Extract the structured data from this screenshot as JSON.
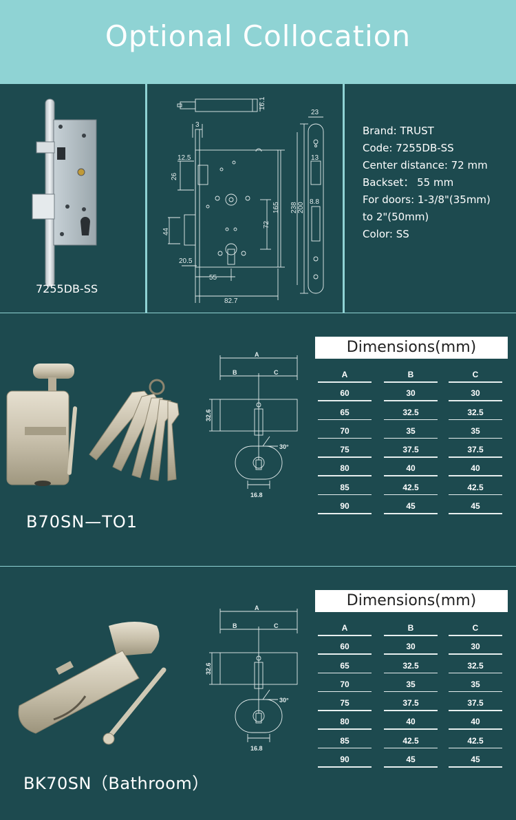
{
  "header": {
    "title": "Optional Collocation"
  },
  "lock_body": {
    "caption": "7255DB-SS",
    "drawing_dims": [
      "16.1",
      "3",
      "12.5",
      "26",
      "44",
      "20.5",
      "55",
      "82.7",
      "72",
      "165",
      "238",
      "200",
      "23",
      "13",
      "8.8"
    ],
    "specs": [
      "Brand:  TRUST",
      "Code:  7255DB-SS",
      "Center distance:  72 mm",
      "Backset： 55 mm",
      "For doors: 1-3/8\"(35mm)",
      "to 2\"(50mm)",
      "Color:  SS"
    ]
  },
  "cylinder_1": {
    "caption": "B70SN—TO1",
    "diagram_labels": {
      "a": "A",
      "b": "B",
      "c": "C",
      "height": "32.6",
      "angle": "30°",
      "width": "16.8"
    },
    "dim_title": "Dimensions(mm)",
    "columns": [
      "A",
      "B",
      "C"
    ],
    "rows": [
      [
        "60",
        "30",
        "30"
      ],
      [
        "65",
        "32.5",
        "32.5"
      ],
      [
        "70",
        "35",
        "35"
      ],
      [
        "75",
        "37.5",
        "37.5"
      ],
      [
        "80",
        "40",
        "40"
      ],
      [
        "85",
        "42.5",
        "42.5"
      ],
      [
        "90",
        "45",
        "45"
      ]
    ]
  },
  "cylinder_2": {
    "caption": "BK70SN（Bathroom）",
    "diagram_labels": {
      "a": "A",
      "b": "B",
      "c": "C",
      "height": "32.6",
      "angle": "30°",
      "width": "16.8"
    },
    "dim_title": "Dimensions(mm)",
    "columns": [
      "A",
      "B",
      "C"
    ],
    "rows": [
      [
        "60",
        "30",
        "30"
      ],
      [
        "65",
        "32.5",
        "32.5"
      ],
      [
        "70",
        "35",
        "35"
      ],
      [
        "75",
        "37.5",
        "37.5"
      ],
      [
        "80",
        "40",
        "40"
      ],
      [
        "85",
        "42.5",
        "42.5"
      ],
      [
        "90",
        "45",
        "45"
      ]
    ]
  }
}
